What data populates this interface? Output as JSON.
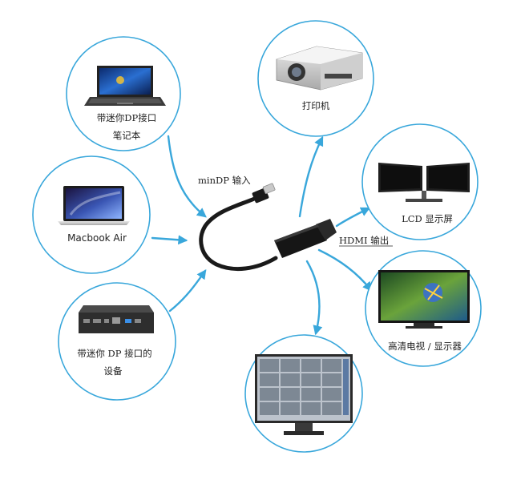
{
  "colors": {
    "accent": "#39a7db",
    "cable": "#1a1a1a"
  },
  "nodes": {
    "laptop": {
      "line1": "带迷你DP接口",
      "line2": "笔记本",
      "icon": "laptop-icon"
    },
    "macbook": {
      "line1": "Macbook Air",
      "icon": "macbook-icon"
    },
    "minipc": {
      "line1": "带迷你 DP 接口的",
      "line2": "设备",
      "icon": "mini-pc-icon"
    },
    "projector": {
      "line1": "打印机",
      "icon": "projector-icon"
    },
    "lcd": {
      "line1": "LCD 显示屏",
      "icon": "dual-monitor-icon"
    },
    "hdtv": {
      "line1": "高清电视 / 显示器",
      "icon": "tv-icon"
    },
    "monitor": {
      "icon": "surveillance-monitor-icon"
    }
  },
  "cable": {
    "input_label": "minDP 输入",
    "output_label": "HDMI 输出",
    "icon": "adapter-cable-icon"
  }
}
